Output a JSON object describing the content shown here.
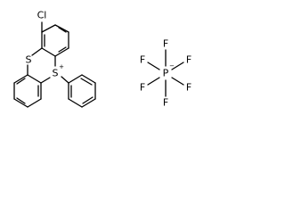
{
  "structure": {
    "cation_atoms": {
      "chlorine": "Cl",
      "sulfur_bridge": "S",
      "sulfonium": "S",
      "sulfonium_charge": "+"
    },
    "anion_atoms": {
      "phosphorus": "P",
      "phosphorus_charge": "−",
      "fluorine": [
        "F",
        "F",
        "F",
        "F",
        "F",
        "F"
      ]
    }
  }
}
